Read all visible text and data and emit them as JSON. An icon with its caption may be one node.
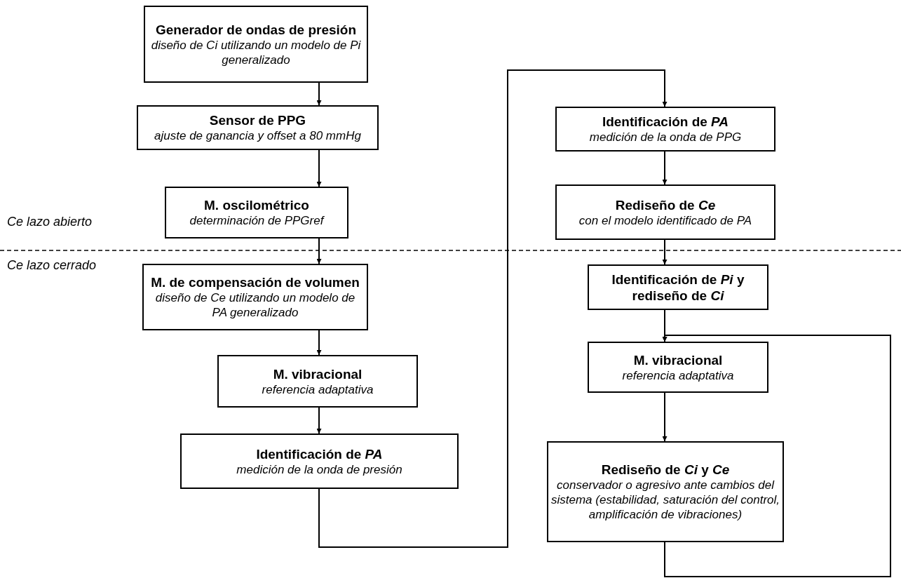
{
  "diagram": {
    "nodes": [
      {
        "text": [
          "Generador de ondas de presión",
          "diseño de Ci utilizando un modelo de Pi generalizado"
        ]
      },
      {
        "text": [
          "Sensor de PPG",
          "ajuste de ganancia y offset a 80 mmHg"
        ]
      },
      {
        "text": [
          "M. oscilométrico",
          "determinación de PPGref"
        ]
      },
      {
        "text": [
          "M. de compensación de volumen",
          "diseño de Ce utilizando un modelo de PA generalizado"
        ]
      },
      {
        "text": [
          "M. vibracional",
          "referencia adaptativa"
        ]
      },
      {
        "text": [
          "Identificación de *PA*",
          "medición de la onda de presión"
        ]
      },
      {
        "text": [
          "Identificación de *PA*",
          "medición de la onda de PPG"
        ]
      },
      {
        "text": [
          "Rediseño de *Ce*",
          "con el modelo identificado de PA"
        ]
      },
      {
        "text": [
          "Identificación de *Pi* y rediseño de *Ci*"
        ]
      },
      {
        "text": [
          "M. vibracional",
          "referencia adaptativa"
        ]
      },
      {
        "text": [
          "Rediseño de *Ci* y *Ce*",
          "conservador o agresivo ante cambios del sistema (estabilidad, saturación del control, amplificación de vibraciones)"
        ]
      }
    ],
    "edges": [
      {
        "from": 0,
        "to": 1,
        "arrow": "to"
      },
      {
        "from": 1,
        "to": 2,
        "arrow": "to"
      },
      {
        "from": 2,
        "to": 3,
        "arrow": "to"
      },
      {
        "from": 3,
        "to": 4,
        "arrow": "to"
      },
      {
        "from": 4,
        "to": 5,
        "arrow": "to"
      },
      {
        "from": 5,
        "to": 6,
        "arrow": "to"
      },
      {
        "from": 6,
        "to": 7,
        "arrow": "to"
      },
      {
        "from": 7,
        "to": 8,
        "arrow": "to"
      },
      {
        "from": 8,
        "to": 9,
        "arrow": "to"
      },
      {
        "from": 9,
        "to": 10,
        "arrow": "to"
      },
      {
        "from": 10,
        "to": 9,
        "arrow": "to"
      }
    ],
    "labels": [
      "Ce lazo abierto",
      "Ce lazo cerrado"
    ]
  }
}
